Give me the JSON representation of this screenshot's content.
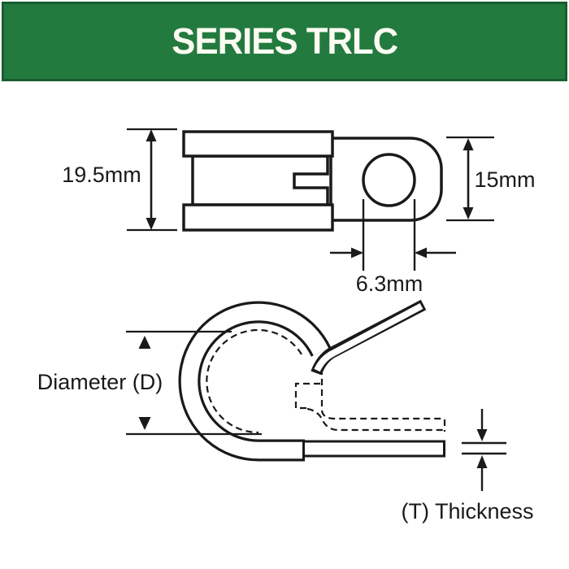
{
  "header": {
    "title": "SERIES TRLC",
    "bg_color": "#237A3F",
    "border_color": "#1A5C2F",
    "text_color": "#FBFBF2"
  },
  "top_view": {
    "description": "clamp side view with mounting tab and hole",
    "dimensions": {
      "band_height": "19.5mm",
      "tab_height": "15mm",
      "hole_diameter": "6.3mm"
    }
  },
  "profile_view": {
    "description": "p-clip profile view with hidden lines",
    "labels": {
      "diameter": "Diameter (D)",
      "thickness": "(T) Thickness"
    }
  },
  "line_color": "#1A1A1A",
  "background_color": "#FFFFFF"
}
